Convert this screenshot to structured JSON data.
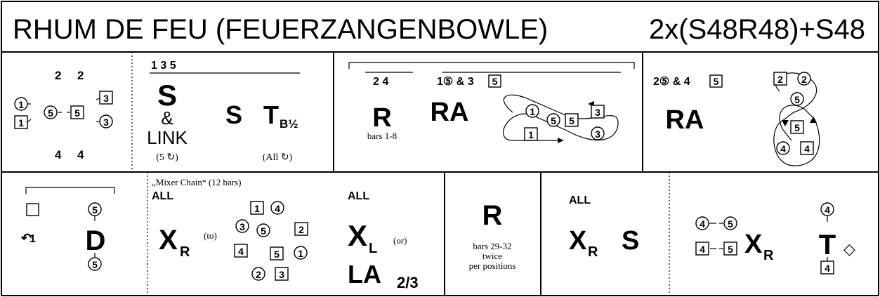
{
  "title": {
    "name": "RHUM DE FEU (FEUERZANGENBOWLE)",
    "formation": "2x(S48R48)+S48"
  },
  "row1": {
    "p1": {
      "top_2a": "2",
      "top_2b": "2",
      "bottom_4a": "4",
      "bottom_4b": "4",
      "c1": "1",
      "s1": "1",
      "c5": "5",
      "s5": "5",
      "s3": "3",
      "c3": "3"
    },
    "p2": {
      "bars": "1 3 5",
      "s_big": "S",
      "amp": "&",
      "link": "LINK",
      "link_note": "(5 ↻)",
      "s2": "S",
      "t_main": "T",
      "t_sub": "B½",
      "t_note": "(All ↻)"
    },
    "p3": {
      "bars_left": "2 4",
      "r": "R",
      "r_note": "bars 1-8",
      "bars_right": "1⑤ & 3",
      "bars_right_box": "5",
      "ra": "RA",
      "c1": "1",
      "s1": "1",
      "c5": "5",
      "s5": "5",
      "s3": "3",
      "c3": "3"
    },
    "p4": {
      "bars": "2⑤ & 4",
      "bars_box": "5",
      "ra": "RA",
      "s2": "2",
      "c2": "2",
      "c5": "5",
      "s5": "5",
      "c4": "4",
      "s4": "4"
    }
  },
  "row2": {
    "p1": {
      "dancer": "1",
      "c5_top": "5",
      "d": "D",
      "c5_bot": "5"
    },
    "p2": {
      "label": "„Mixer Chain“ (12 bars)",
      "all": "ALL",
      "x": "X",
      "x_sub": "R",
      "to": "(to)",
      "s1": "1",
      "c4": "4",
      "c3": "3",
      "c5": "5",
      "s2": "2",
      "s4": "4",
      "s5": "5",
      "c1": "1",
      "c2": "2",
      "s3": "3"
    },
    "p3": {
      "all": "ALL",
      "x": "X",
      "x_sub": "L",
      "or": "(or)",
      "la": "LA",
      "la_frac": "2/3"
    },
    "p4": {
      "r": "R",
      "note1": "bars 29-32",
      "note2": "twice",
      "note3": "per positions"
    },
    "p5": {
      "all": "ALL",
      "x": "X",
      "x_sub": "R",
      "s": "S"
    },
    "p6": {
      "c4": "4",
      "c5": "5",
      "s4": "4",
      "s5": "5",
      "x": "X",
      "x_sub": "R",
      "c4_right": "4",
      "t": "T",
      "diamond": "◇",
      "s4_right": "4"
    }
  }
}
